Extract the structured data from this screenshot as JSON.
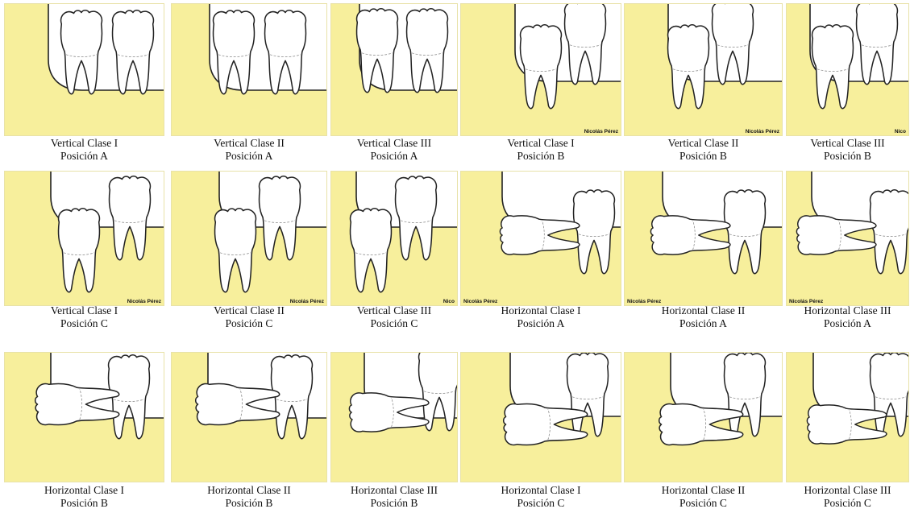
{
  "panels": [
    {
      "cls": "Vertical Clase I",
      "pos": "Posición A",
      "watermark": ""
    },
    {
      "cls": "Vertical Clase II",
      "pos": "Posición A",
      "watermark": ""
    },
    {
      "cls": "Vertical Clase III",
      "pos": "Posición A",
      "watermark": ""
    },
    {
      "cls": "Vertical Clase I",
      "pos": "Posición B",
      "watermark": "Nicolás Pérez"
    },
    {
      "cls": "Vertical Clase II",
      "pos": "Posición B",
      "watermark": "Nicolás Pérez"
    },
    {
      "cls": "Vertical Clase III",
      "pos": "Posición B",
      "watermark": "Nico"
    },
    {
      "cls": "Vertical Clase I",
      "pos": "Posición C",
      "watermark": "Nicolás Pérez"
    },
    {
      "cls": "Vertical Clase II",
      "pos": "Posición C",
      "watermark": "Nicolás Pérez"
    },
    {
      "cls": "Vertical Clase III",
      "pos": "Posición C",
      "watermark": "Nico"
    },
    {
      "cls": "Horizontal Clase I",
      "pos": "Posición A",
      "watermark": "Nicolás Pérez"
    },
    {
      "cls": "Horizontal Clase II",
      "pos": "Posición A",
      "watermark": "Nicolás Pérez"
    },
    {
      "cls": "Horizontal Clase III",
      "pos": "Posición A",
      "watermark": "Nicolás Pérez"
    },
    {
      "cls": "Horizontal Clase I",
      "pos": "Posición B",
      "watermark": ""
    },
    {
      "cls": "Horizontal Clase II",
      "pos": "Posición B",
      "watermark": ""
    },
    {
      "cls": "Horizontal Clase III",
      "pos": "Posición B",
      "watermark": ""
    },
    {
      "cls": "Horizontal Clase I",
      "pos": "Posición C",
      "watermark": ""
    },
    {
      "cls": "Horizontal Clase II",
      "pos": "Posición C",
      "watermark": ""
    },
    {
      "cls": "Horizontal Clase III",
      "pos": "Posición C",
      "watermark": ""
    }
  ],
  "colors": {
    "bone": "#f7ef9c",
    "tooth": "#ffffff",
    "outline": "#222222",
    "text": "#111111"
  }
}
